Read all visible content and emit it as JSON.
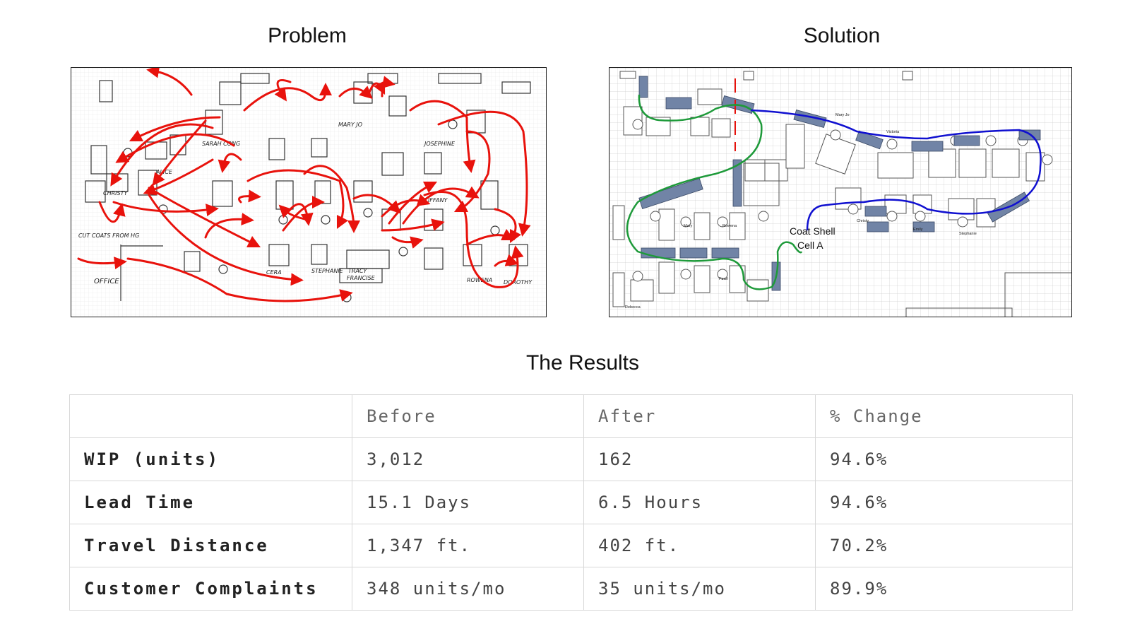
{
  "panels": {
    "problem_title": "Problem",
    "solution_title": "Solution"
  },
  "solution_labels": {
    "cell": "Coat Shell",
    "cell2": "Cell A",
    "names": [
      "Mary Jo",
      "Victoria",
      "Christy",
      "Emily",
      "Stephanie",
      "Rebecca",
      "Pearl",
      "Rowena",
      "Mary"
    ]
  },
  "problem_labels": {
    "names": [
      "ALICE",
      "CHRISTY",
      "SARAH CONG",
      "MARY JO",
      "CERA",
      "STEPHANIE",
      "TRACY",
      "FRANCISE",
      "ROWENA",
      "DOROTHY",
      "JOSEPHINE",
      "TIFFANY"
    ],
    "office": "OFFICE",
    "cut_coats": "CUT COATS FROM HG"
  },
  "results": {
    "title": "The Results",
    "headers": [
      "",
      "Before",
      "After",
      "% Change"
    ],
    "rows": [
      [
        "WIP (units)",
        "3,012",
        "162",
        "94.6%"
      ],
      [
        "Lead Time",
        "15.1 Days",
        "6.5 Hours",
        "94.6%"
      ],
      [
        "Travel Distance",
        "1,347 ft.",
        "402 ft.",
        "70.2%"
      ],
      [
        "Customer Complaints",
        "348 units/mo",
        "35 units/mo",
        "89.9%"
      ]
    ]
  },
  "colors": {
    "problem_arrows": "#e8120c",
    "green_path": "#1e9a3a",
    "blue_path": "#1010d0",
    "table_block": "#7184a6"
  }
}
